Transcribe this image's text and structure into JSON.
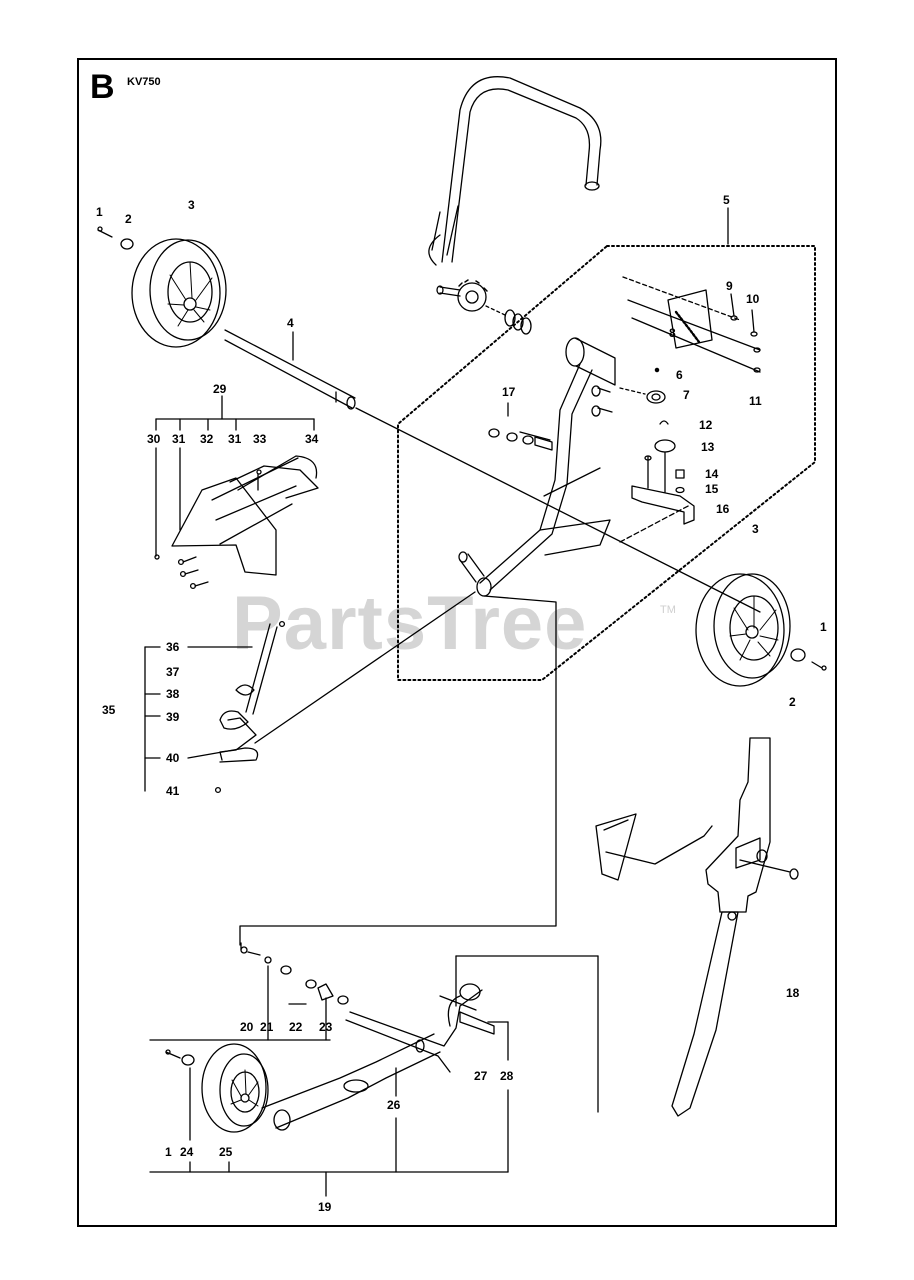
{
  "diagram": {
    "section_letter": "B",
    "model": "KV750",
    "watermark": "PartsTree",
    "trademark": "TM",
    "callouts": {
      "c1a": "1",
      "c2a": "2",
      "c3a": "3",
      "c4": "4",
      "c5": "5",
      "c6": "6",
      "c7": "7",
      "c8": "8",
      "c9": "9",
      "c10": "10",
      "c11": "11",
      "c12": "12",
      "c13": "13",
      "c14": "14",
      "c15": "15",
      "c16": "16",
      "c17": "17",
      "c3b": "3",
      "c1b": "1",
      "c2b": "2",
      "c29": "29",
      "c30": "30",
      "c31a": "31",
      "c32": "32",
      "c31b": "31",
      "c33": "33",
      "c34": "34",
      "c35": "35",
      "c36": "36",
      "c37": "37",
      "c38": "38",
      "c39": "39",
      "c40": "40",
      "c41": "41",
      "c18": "18",
      "c20": "20",
      "c21": "21",
      "c22": "22",
      "c23": "23",
      "c27": "27",
      "c28": "28",
      "c26": "26",
      "c1c": "1",
      "c24": "24",
      "c25": "25",
      "c19": "19"
    }
  }
}
